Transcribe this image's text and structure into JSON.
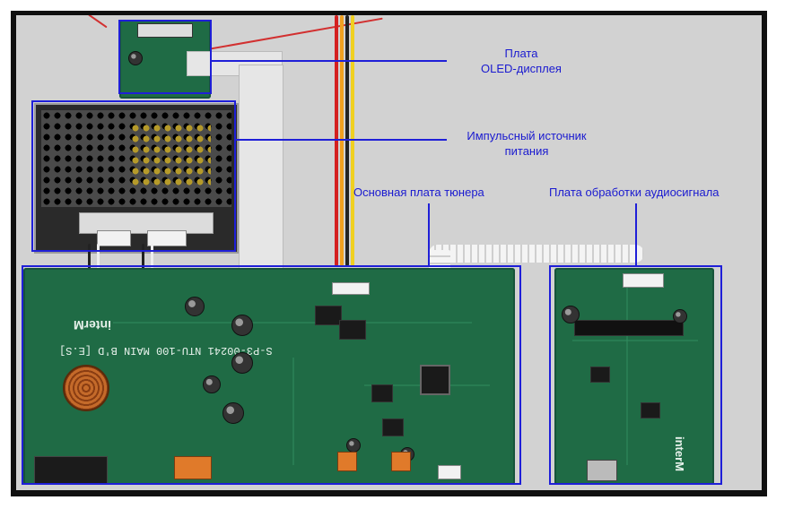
{
  "labels": {
    "oled_board": [
      "Плата",
      "OLED-дисплея"
    ],
    "psu": [
      "Импульсный источник",
      "питания"
    ],
    "tuner_main_board": "Основная плата тюнера",
    "audio_board": "Плата обработки аудиосигнала"
  },
  "pcb_silkscreen": {
    "main_board_id": "S-P3-00241 NTU-100 MAIN B'D [E.S]",
    "brand": "interM",
    "audio_brand": "interM"
  },
  "colors": {
    "annotation_blue": "#1f1fd8",
    "pcb_green": "#1f6b45",
    "frame_black": "#101010",
    "background_gray": "#d2d2d2"
  }
}
